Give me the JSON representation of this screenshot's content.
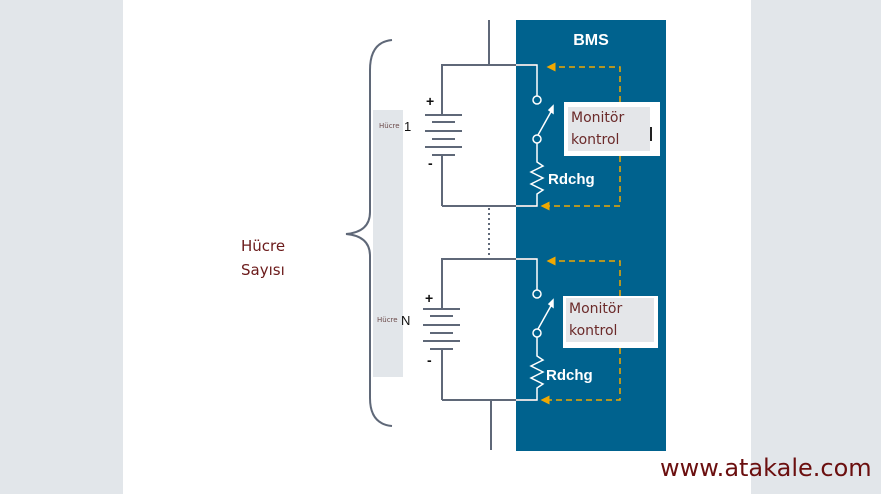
{
  "bms": {
    "title": "BMS",
    "color": "#00628e",
    "signal_color": "#f0a800"
  },
  "cells": [
    {
      "label_small": "Hücre",
      "index": "1",
      "plus": "+",
      "minus": "-",
      "monitor": {
        "line1": "Monitör",
        "line2": "kontrol"
      },
      "resistor": "Rdchg"
    },
    {
      "label_small": "Hücre",
      "index": "N",
      "plus": "+",
      "minus": "-",
      "monitor": {
        "line1": "Monitör",
        "line2": "kontrol"
      },
      "resistor": "Rdchg"
    }
  ],
  "cell_count_label": {
    "line1": "Hücre",
    "line2": "Sayısı"
  },
  "watermark": "www.atakale.com"
}
